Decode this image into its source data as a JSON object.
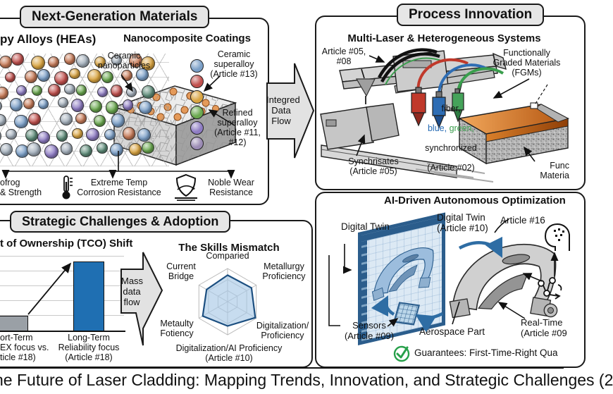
{
  "caption": "he Future of Laser Cladding: Mapping Trends, Innovation, and Strategic Challenges (2",
  "materials": {
    "title": "Next-Generation Materials",
    "hea_heading": "py Alloys (HEAs)",
    "nano_heading": "Nanocomposite Coatings",
    "label_nanoparticles": "Ceramic\nnanoparticles",
    "label_ceramic_superalloy": "Ceramic\nsuperalloy\n(Article #13)",
    "label_refined_superalloy": "Refined\nsuperalloy\n(Article #11,\n#12)",
    "benefit_leapfrog": "ofrog\n& Strength",
    "benefit_temp": "Extreme Temp\nCorrosion Resistance",
    "benefit_wear": "Noble Wear\nResistance",
    "hea_palette": [
      "#7b9fc7",
      "#c0504d",
      "#d9a441",
      "#6aa84f",
      "#8e7cc3",
      "#a5b1bd",
      "#c77b58",
      "#5f8d7a"
    ],
    "legend_colors": [
      "#7b9fc7",
      "#c0504d",
      "#d9a441",
      "#6aa84f",
      "#8e7cc3",
      "#9b8bb4"
    ],
    "nanoparticle_color": "#e49a5a"
  },
  "flow_arrow": {
    "label": "Integred\nData\nFlow"
  },
  "process": {
    "title": "Process Innovation",
    "heading": "Multi-Laser & Heterogeneous Systems",
    "label_articles": "Article #05,\n#08",
    "label_fgm": "Functionally\nGraded Materials\n(FGMs)",
    "laser_fiber": "fiber,",
    "laser_blue": "blue,",
    "laser_green": "green,",
    "laser_sync": "synchronized",
    "laser_article": "(Article #02)",
    "label_synchrisates": "Synchrisates\n(Article #05)",
    "label_func_material": "Func\nMateria",
    "laser_colors": {
      "fiber": "#1a1a1a",
      "blue": "#2e6db4",
      "green": "#3a9e4d"
    }
  },
  "strategic": {
    "title": "Strategic Challenges & Adoption",
    "mass_arrow": "Mass\ndata\nflow"
  },
  "ai": {
    "heading": "AI-Driven Autonomous Optimization",
    "label_digital_twin": "Digital Twin",
    "label_digital_twin_article": "Digital Twin\n(Article #10)",
    "label_article16": "Article #16",
    "label_sensors": "Sensors\n(Article #09)",
    "label_aerospace": "Aerospace Part",
    "label_realtime": "Real-Time\n(Article #09",
    "guarantee": "Guarantees: First-Time-Right Qua",
    "check_color": "#27a04a",
    "arrow_color": "#2e6da4"
  },
  "icons": [
    "thermometer-icon",
    "shield-icon",
    "check-icon",
    "ai-head-icon",
    "process-flow-icon",
    "sensor-chip-icon",
    "powder-hopper-icon"
  ],
  "chart_data": [
    {
      "type": "bar",
      "title": "t of Ownership (TCO) Shift",
      "categories": [
        "ort-Term\nEX focus vs.\nticle #18)",
        "Long-Term\nReliability focus\n(Article #18)"
      ],
      "values": [
        0.9,
        4.3
      ],
      "ylim": [
        0,
        4.5
      ],
      "colors": [
        "#9aa0a6",
        "#1f6fb2"
      ],
      "gridlines": true,
      "annotation": "black rising arrow from short-term bar to long-term bar"
    },
    {
      "type": "radar",
      "title": "The Skills Mismatch",
      "axes": [
        "Comparied",
        "Metallurgy\nProficiency",
        "Digitalization/\nProficiency",
        "Digitalization/AI Proficiency\n(Article #10)",
        "Metaulty\nFotiency",
        "Current\nBridge"
      ],
      "values": [
        2.4,
        2.5,
        2.9,
        2.2,
        2.6,
        2.2
      ],
      "max": 3,
      "rings": 3,
      "fill": "#a9c9e6",
      "stroke": "#1c4f80"
    }
  ]
}
